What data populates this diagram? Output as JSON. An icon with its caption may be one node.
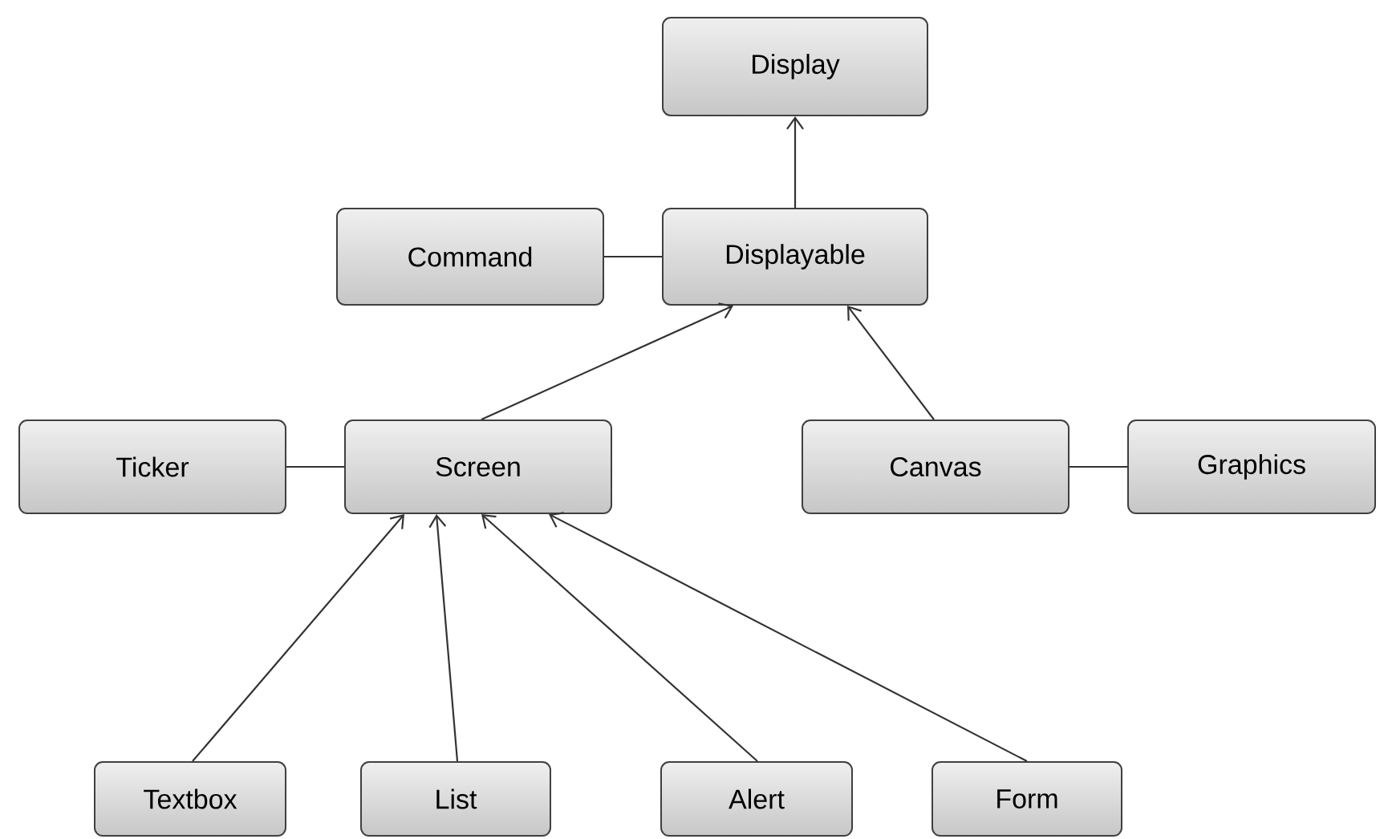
{
  "diagram": {
    "nodes": [
      {
        "text": [
          "Display"
        ]
      },
      {
        "text": [
          "Command"
        ]
      },
      {
        "text": [
          "Displayable"
        ]
      },
      {
        "text": [
          "Ticker"
        ]
      },
      {
        "text": [
          "Screen"
        ]
      },
      {
        "text": [
          "Canvas"
        ]
      },
      {
        "text": [
          "Graphics"
        ]
      },
      {
        "text": [
          "Textbox"
        ]
      },
      {
        "text": [
          "List"
        ]
      },
      {
        "text": [
          "Alert"
        ]
      },
      {
        "text": [
          "Form"
        ]
      }
    ],
    "edges": [
      {
        "from": 2,
        "to": 0,
        "arrow": "to"
      },
      {
        "from": 1,
        "to": 2,
        "arrow": "none"
      },
      {
        "from": 4,
        "to": 2,
        "arrow": "to"
      },
      {
        "from": 5,
        "to": 2,
        "arrow": "to"
      },
      {
        "from": 3,
        "to": 4,
        "arrow": "none"
      },
      {
        "from": 5,
        "to": 6,
        "arrow": "none"
      },
      {
        "from": 7,
        "to": 4,
        "arrow": "to"
      },
      {
        "from": 8,
        "to": 4,
        "arrow": "to"
      },
      {
        "from": 9,
        "to": 4,
        "arrow": "to"
      },
      {
        "from": 10,
        "to": 4,
        "arrow": "to"
      }
    ]
  }
}
